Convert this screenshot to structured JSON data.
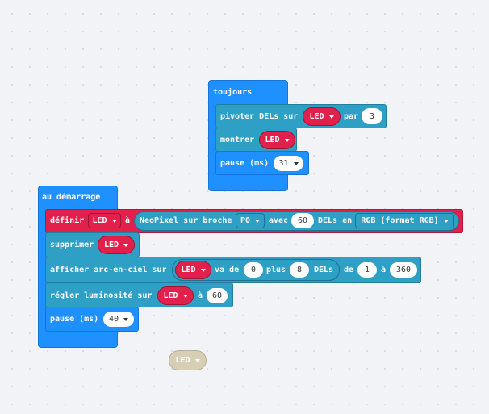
{
  "toujours": {
    "hat_label": "toujours",
    "rotate_label": "pivoter DELs sur",
    "rotate_strip": "LED",
    "rotate_by_label": "par",
    "rotate_by_value": "3",
    "show_label": "montrer",
    "show_strip": "LED",
    "pause_label": "pause (ms)",
    "pause_value": "31"
  },
  "demarrage": {
    "hat_label": "au démarrage",
    "define_label": "définir",
    "define_var": "LED",
    "define_to": "à",
    "neopixel_label": "NeoPixel sur broche",
    "pin_value": "P0",
    "with_label": "avec",
    "count_value": "60",
    "leds_in_label": "DELs en",
    "mode_value": "RGB (format RGB)",
    "clear_label": "supprimer",
    "clear_strip": "LED",
    "rainbow_label": "afficher arc-en-ciel sur",
    "rainbow_strip": "LED",
    "range_from_label": "va de",
    "range_from_value": "0",
    "range_plus_label": "plus",
    "range_plus_value": "8",
    "range_leds_label": "DELs",
    "hue_from_label": "de",
    "hue_from_value": "1",
    "hue_to_label": "à",
    "hue_to_value": "360",
    "brightness_label": "régler luminosité sur",
    "brightness_strip": "LED",
    "brightness_to_label": "à",
    "brightness_value": "60",
    "pause_label": "pause (ms)",
    "pause_value": "40"
  },
  "loose": {
    "variable_label": "LED"
  },
  "colors": {
    "workspace": "#f2f3f6",
    "basic_blue": "#1e90ff",
    "neopixel_teal": "#2e9fc5",
    "variable_red": "#e2204c",
    "ghost_variable": "#d6cfb3"
  }
}
